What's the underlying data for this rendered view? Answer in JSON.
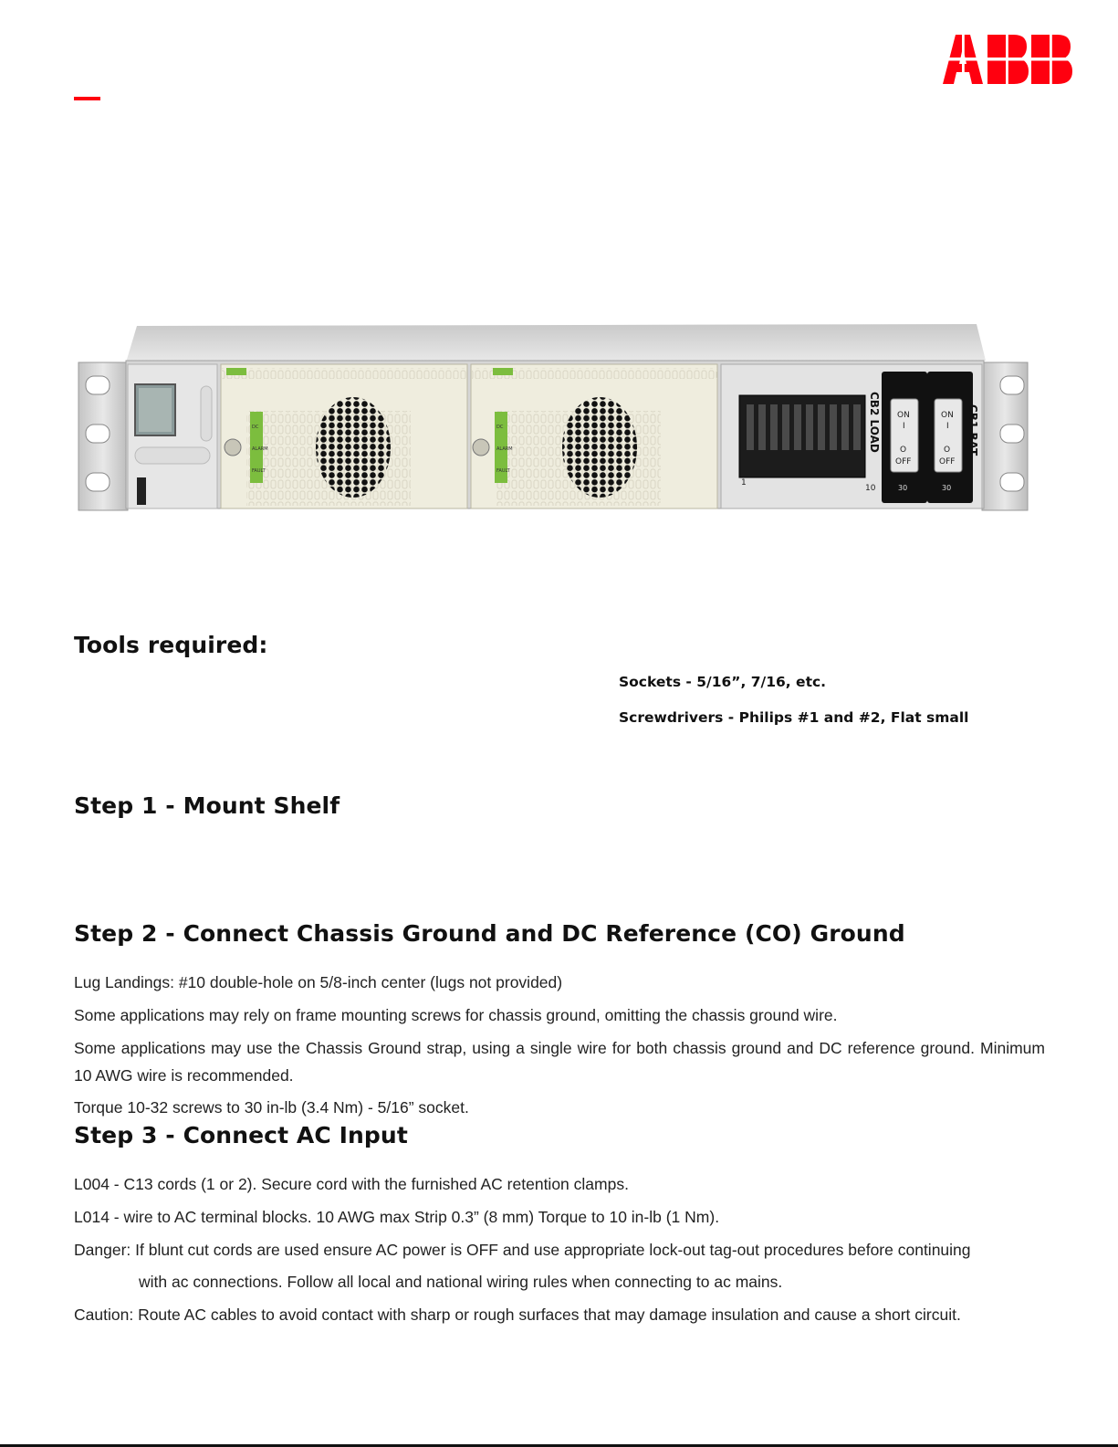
{
  "brand": {
    "logo_text": "ABB",
    "accent_color": "#ff000f"
  },
  "tools": {
    "heading": "Tools required:",
    "items": [
      "Sockets - 5/16”, 7/16, etc.",
      "Screwdrivers - Philips #1 and #2, Flat small"
    ]
  },
  "step1": {
    "heading": "Step 1 - Mount Shelf"
  },
  "step2": {
    "heading": "Step 2 - Connect Chassis Ground and DC Reference (CO) Ground",
    "lines": [
      "Lug Landings: #10 double-hole on 5/8-inch center (lugs not provided)",
      "Some applications may rely on frame mounting screws for chassis ground, omitting the chassis ground wire.",
      "Some applications may use the Chassis Ground strap, using a single wire for both chassis ground and DC reference ground. Minimum 10 AWG wire is recommended.",
      "Torque 10-32 screws to 30 in-lb (3.4 Nm) - 5/16” socket."
    ]
  },
  "step3": {
    "heading": "Step 3 - Connect AC Input",
    "lines": [
      "L004 - C13 cords (1 or 2). Secure cord with the furnished AC retention clamps.",
      "L014 - wire to AC terminal blocks. 10 AWG max Strip 0.3” (8 mm) Torque to 10 in-lb (1 Nm)."
    ],
    "danger_label": "Danger:",
    "danger_line1": "If blunt cut cords are used ensure AC power is OFF and use appropriate lock-out tag-out procedures before continuing",
    "danger_line2": "with ac connections. Follow all local and national wiring rules when connecting to ac mains.",
    "caution_label": "Caution:",
    "caution_text": "Route AC cables to avoid contact with sharp or rough surfaces that may damage insulation and cause a short circuit."
  },
  "device": {
    "breaker_labels": [
      "CB2 LOAD",
      "CB1 BAT"
    ],
    "switch_on": "ON",
    "switch_on_symbol": "I",
    "switch_off_symbol": "O",
    "switch_off": "OFF",
    "breaker_rating": "30",
    "terminal_first": "1",
    "terminal_last": "10",
    "led_labels": [
      "DC",
      "ALARM",
      "FAULT"
    ]
  }
}
